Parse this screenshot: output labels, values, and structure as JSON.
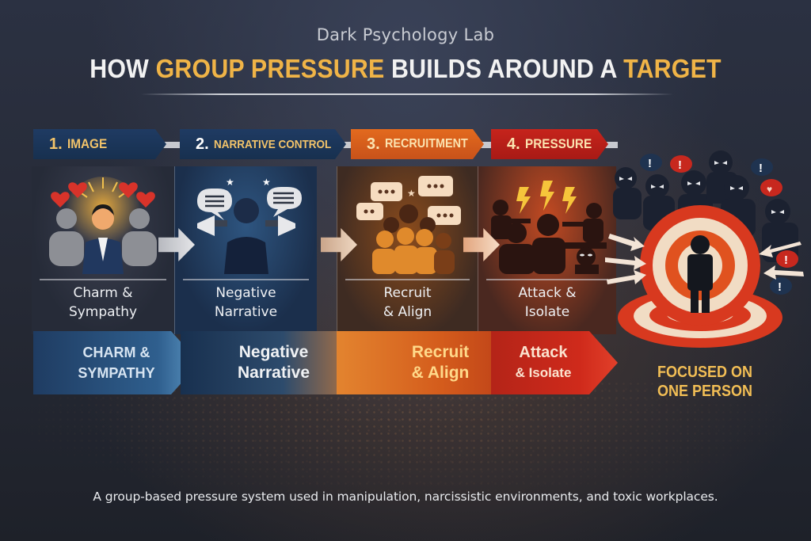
{
  "header": {
    "brand": "Dark Psychology Lab",
    "title_parts": [
      "HOW ",
      "GROUP PRESSURE",
      " BUILDS AROUND A ",
      "TARGET"
    ]
  },
  "steps": [
    {
      "number": "1.",
      "label": "IMAGE",
      "caption_line1": "Charm &",
      "caption_line2": "Sympathy",
      "banner_line1": "CHARM &",
      "banner_line2": "SYMPATHY",
      "scene_icon": "charming-person-icon",
      "color": "#1f3b63"
    },
    {
      "number": "2.",
      "label": "NARRATIVE CONTROL",
      "caption_line1": "Negative",
      "caption_line2": "Narrative",
      "banner_line1": "Negative",
      "banner_line2": "Narrative",
      "scene_icon": "megaphone-speaker-icon",
      "color": "#1f3b63"
    },
    {
      "number": "3.",
      "label": "RECRUITMENT",
      "caption_line1": "Recruit",
      "caption_line2": "& Align",
      "banner_line1": "Recruit",
      "banner_line2": "& Align",
      "scene_icon": "group-chat-icon",
      "color": "#e36a1e"
    },
    {
      "number": "4.",
      "label": "PRESSURE",
      "caption_line1": "Attack &",
      "caption_line2": "Isolate",
      "banner_line1": "Attack",
      "banner_line2": "& Isolate",
      "scene_icon": "pointing-mob-icon",
      "color": "#c6241c"
    }
  ],
  "target": {
    "label_line1": "FOCUSED ON",
    "label_line2": "ONE PERSON",
    "icon": "bullseye-target-person-icon"
  },
  "footer": {
    "text": "A group-based pressure system used in manipulation,  narcissistic environments, and toxic workplaces."
  },
  "colors": {
    "accent_gold": "#f0b447",
    "navy": "#1f3b63",
    "orange": "#e36a1e",
    "red": "#c6241c"
  }
}
